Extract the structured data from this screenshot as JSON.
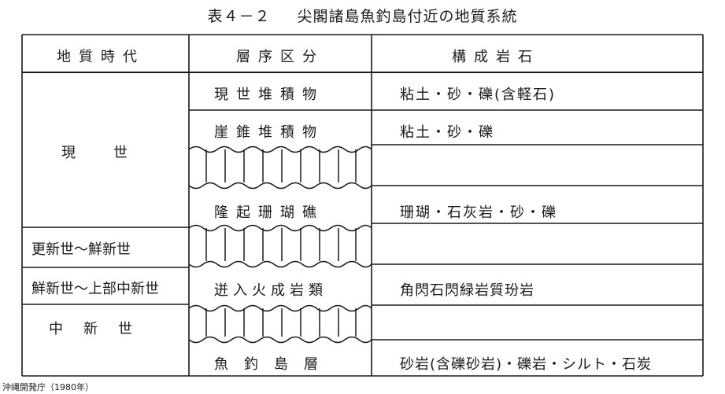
{
  "title": {
    "label": "表４－２",
    "text": "尖閣諸島魚釣島付近の地質系統"
  },
  "headers": {
    "period": "地質時代",
    "stratum": "層序区分",
    "rock": "構成岩石"
  },
  "periods": {
    "holocene": "現　　世",
    "pleistocene_pliocene": "更新世～鮮新世",
    "pliocene_upper_miocene": "鮮新世～上部中新世",
    "miocene": "中　新　世"
  },
  "strata": {
    "recent_deposits": "現世堆積物",
    "talus_deposits": "崖錐堆積物",
    "raised_coral": "隆起珊瑚礁",
    "intrusive_rocks": "迸入火成岩類",
    "uotsuri_formation": "魚釣島層"
  },
  "rocks": {
    "recent_deposits": "粘土・砂・礫(含軽石)",
    "talus_deposits": "粘土・砂・礫",
    "raised_coral": "珊瑚・石灰岩・砂・礫",
    "intrusive_rocks": "角閃石閃緑岩質玢岩",
    "uotsuri_formation": "砂岩(含礫砂岩)・礫岩・シルト・石炭"
  },
  "source": "沖縄開発庁（1980年）"
}
